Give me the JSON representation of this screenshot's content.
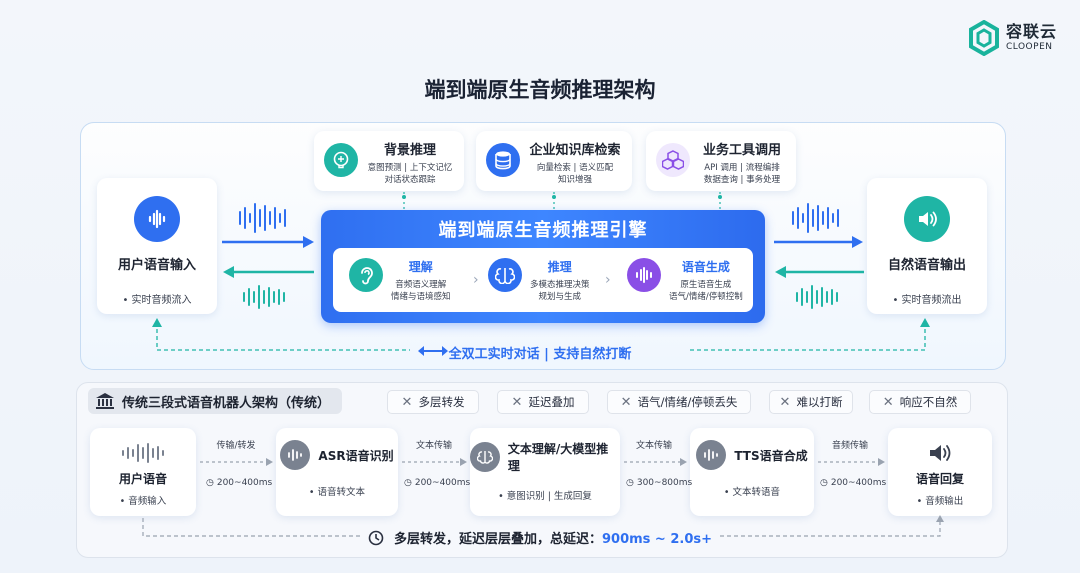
{
  "brand": {
    "name_cn": "容联云",
    "name_en": "CLOOPEN"
  },
  "title": "端到端原生音频推理架构",
  "input_card": {
    "label": "用户语音输入",
    "sub": "实时音频流入"
  },
  "output_card": {
    "label": "自然语音输出",
    "sub": "实时音频流出"
  },
  "features": [
    {
      "title": "背景推理",
      "desc": "意图预测 | 上下文记忆\n对话状态跟踪"
    },
    {
      "title": "企业知识库检索",
      "desc": "向量检索 | 语义匹配\n知识增强"
    },
    {
      "title": "业务工具调用",
      "desc": "API 调用 | 流程编排\n数据查询 | 事务处理"
    }
  ],
  "engine": {
    "title": "端到端原生音频推理引擎",
    "stages": [
      {
        "title": "理解",
        "desc": "音频语义理解\n情绪与语境感知"
      },
      {
        "title": "推理",
        "desc": "多模态推理决策\n规划与生成"
      },
      {
        "title": "语音生成",
        "desc": "原生语音生成\n语气/情绪/停顿控制"
      }
    ]
  },
  "duplex_text": "全双工实时对话  |  支持自然打断",
  "traditional": {
    "tag": "传统三段式语音机器人架构（传统）",
    "problems": [
      "多层转发",
      "延迟叠加",
      "语气/情绪/停顿丢失",
      "难以打断",
      "响应不自然"
    ],
    "steps": [
      {
        "label": "用户语音",
        "sub": "音频输入"
      },
      {
        "label": "ASR语音识别",
        "sub": "语音转文本"
      },
      {
        "label": "文本理解/大模型推理",
        "sub": "意图识别 | 生成回复"
      },
      {
        "label": "TTS语音合成",
        "sub": "文本转语音"
      },
      {
        "label": "语音回复",
        "sub": "音频输出"
      }
    ],
    "connectors": [
      {
        "label": "传输/转发",
        "latency": "200~400ms"
      },
      {
        "label": "文本传输",
        "latency": "200~400ms"
      },
      {
        "label": "文本传输",
        "latency": "300~800ms"
      },
      {
        "label": "音频传输",
        "latency": "200~400ms"
      }
    ],
    "total_prefix": "多层转发，延迟层层叠加，总延迟：",
    "total_value": "900ms ~ 2.0s+"
  },
  "colors": {
    "accent": "#2f6ff0",
    "teal": "#1fb5a5",
    "purple": "#8a4fe6",
    "gray": "#7a8290"
  }
}
